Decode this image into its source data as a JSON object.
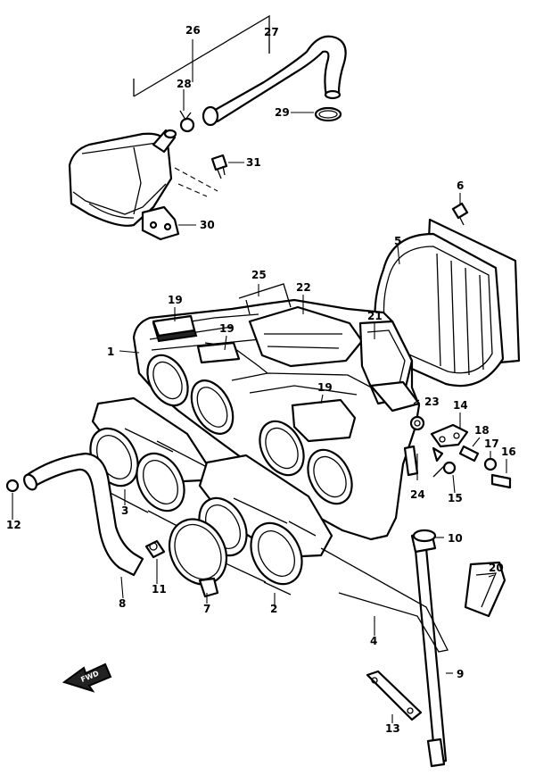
{
  "diagram": {
    "callouts": {
      "c1": "1",
      "c2": "2",
      "c3": "3",
      "c4": "4",
      "c5": "5",
      "c6": "6",
      "c7": "7",
      "c8": "8",
      "c9": "9",
      "c10": "10",
      "c11": "11",
      "c12": "12",
      "c13": "13",
      "c14": "14",
      "c15": "15",
      "c16": "16",
      "c17": "17",
      "c18": "18",
      "c19a": "19",
      "c19b": "19",
      "c19c": "19",
      "c20": "20",
      "c21": "21",
      "c22": "22",
      "c23": "23",
      "c24": "24",
      "c25": "25",
      "c26": "26",
      "c27": "27",
      "c28": "28",
      "c29": "29",
      "c30": "30",
      "c31": "31"
    },
    "forward_mark": "FWD"
  }
}
